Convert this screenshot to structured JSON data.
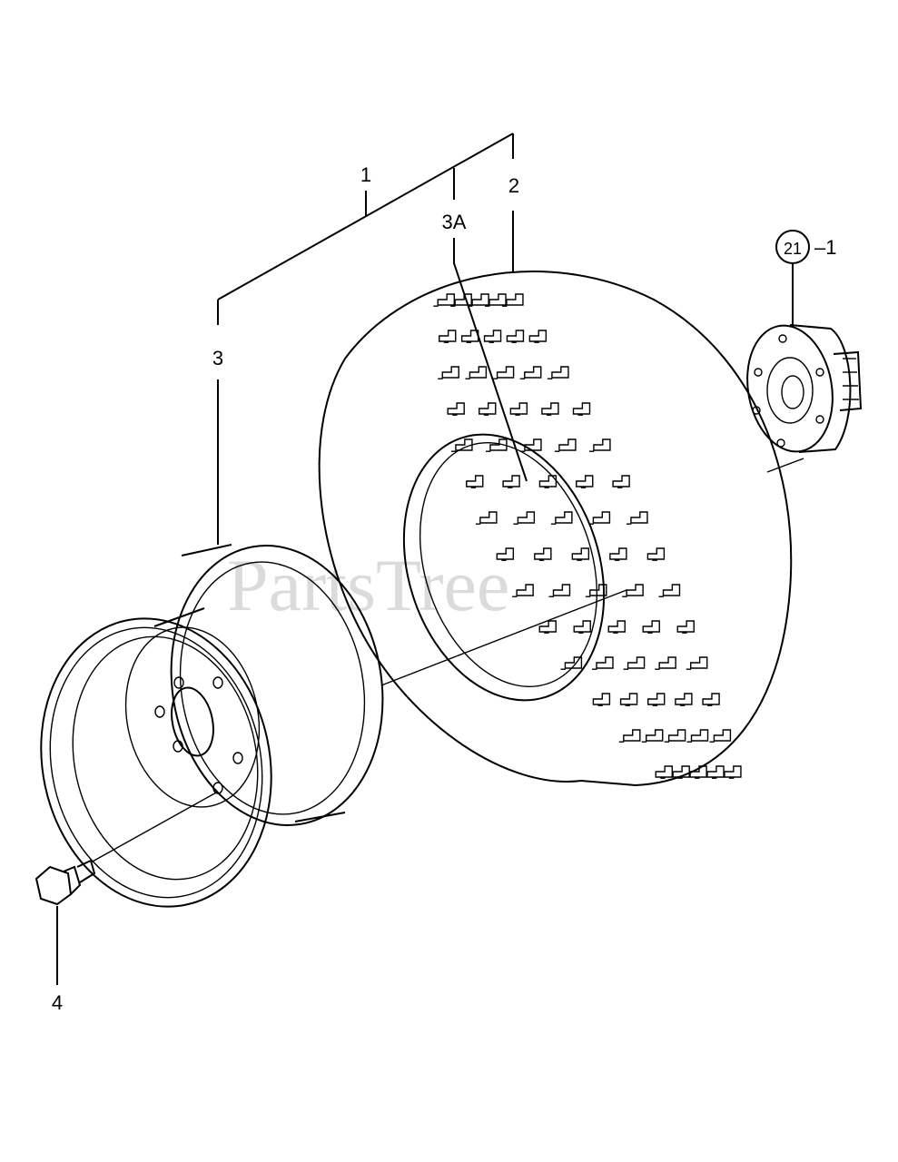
{
  "diagram": {
    "watermark": "PartsTree",
    "callouts": {
      "c1": "1",
      "c2": "2",
      "c3": "3",
      "c3a": "3A",
      "c4": "4",
      "c21_num": "21",
      "c21_suffix": "–1"
    }
  }
}
